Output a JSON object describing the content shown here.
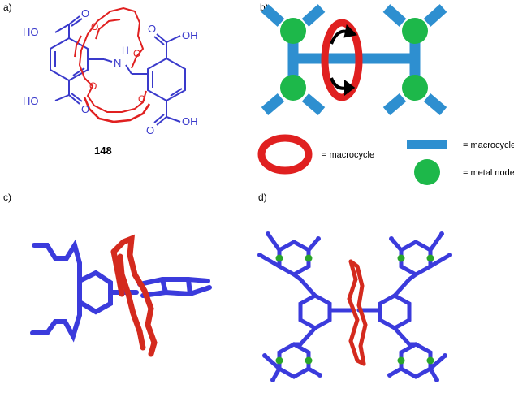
{
  "panels": {
    "a": {
      "label": "a)",
      "compound_number": "148",
      "groups": {
        "acid": "HO",
        "acid_right": "OH",
        "carbonyl_o": "O",
        "ether_o": "O",
        "nitrogen": "N",
        "hydrogen": "H"
      }
    },
    "b": {
      "label": "b)",
      "legend": [
        {
          "symbol": "red-ellipse",
          "text": "= macrocycle"
        },
        {
          "symbol": "blue-bar",
          "text": "= macrocycle"
        },
        {
          "symbol": "green-circle",
          "text": "= metal node"
        }
      ]
    },
    "c": {
      "label": "c)"
    },
    "d": {
      "label": "d)"
    }
  },
  "colors": {
    "ligand_blue": "#3a3acb",
    "macrocycle_red": "#e02020",
    "bar_blue": "#2e8fd0",
    "node_green": "#1db84a",
    "stick_blue": "#3b3bdc",
    "metal_green": "#2aa52a"
  }
}
